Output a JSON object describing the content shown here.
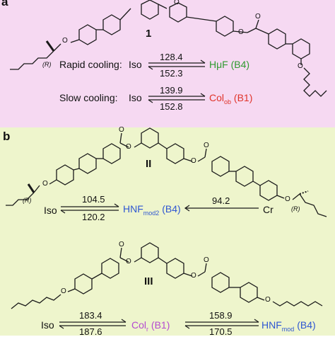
{
  "panel_a": {
    "letter": "a",
    "compound": "1",
    "stereo_label": "(R)",
    "rapid": {
      "label": "Rapid cooling:",
      "iso": "Iso",
      "top": "128.4",
      "bottom": "152.3",
      "phase_main": "HμF",
      "phase_paren": "(B4)",
      "phase_color": "#2f9a2f"
    },
    "slow": {
      "label": "Slow cooling:",
      "iso": "Iso",
      "top": "139.9",
      "bottom": "152.8",
      "phase_main": "Col",
      "phase_sub": "ob",
      "phase_paren": "(B1)",
      "phase_color": "#e0342a"
    }
  },
  "panel_b": {
    "letter": "b",
    "compound_II": "II",
    "compound_III": "III",
    "stereo_label": "(R)",
    "transition_II": {
      "iso": "Iso",
      "top_left": "104.5",
      "bottom_left": "120.2",
      "phase_main": "HNF",
      "phase_sub": "mod2",
      "phase_paren": "(B4)",
      "top_right": "94.2",
      "cr": "Cr",
      "phase_color": "#2f57d2"
    },
    "transition_III": {
      "iso": "Iso",
      "top_1": "183.4",
      "bottom_1": "187.6",
      "mid_main": "Col",
      "mid_sub": "r",
      "mid_paren": "(B1)",
      "mid_color": "#b44ad1",
      "top_2": "158.9",
      "bottom_2": "170.5",
      "end_main": "HNF",
      "end_sub": "mod",
      "end_paren": "(B4)",
      "end_color": "#2f57d2"
    }
  }
}
